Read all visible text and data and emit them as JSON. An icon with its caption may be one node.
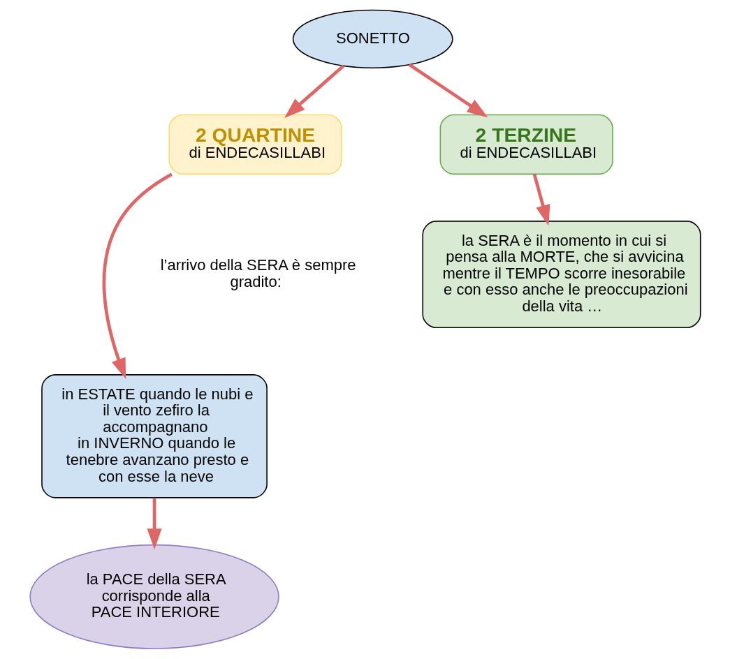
{
  "diagram": {
    "nodes": [
      {
        "text": [
          "SONETTO"
        ]
      },
      {
        "text": [
          "2 QUARTINE",
          "di ENDECASILLABI"
        ]
      },
      {
        "text": [
          "2 TERZINE",
          "di ENDECASILLABI"
        ]
      },
      {
        "text": [
          "in ESTATE quando le nubi e il vento zefiro la accompagnano",
          "in INVERNO quando le tenebre avanzano presto e con esse la neve"
        ]
      },
      {
        "text": [
          "la SERA è il momento in cui si pensa alla MORTE, che si avvicina mentre il TEMPO scorre inesorabile e con esso anche le preoccupazioni della vita …"
        ]
      },
      {
        "text": [
          "la PACE della SERA corrisponde alla PACE INTERIORE"
        ]
      }
    ],
    "edges": [
      {
        "from": 0,
        "to": 1,
        "arrow": "to"
      },
      {
        "from": 0,
        "to": 2,
        "arrow": "to"
      },
      {
        "from": 1,
        "to": 3,
        "arrow": "to"
      },
      {
        "from": 2,
        "to": 4,
        "arrow": "to"
      },
      {
        "from": 3,
        "to": 5,
        "arrow": "to"
      }
    ],
    "labels": [
      "l’arrivo della SERA è sempre gradito:"
    ]
  }
}
